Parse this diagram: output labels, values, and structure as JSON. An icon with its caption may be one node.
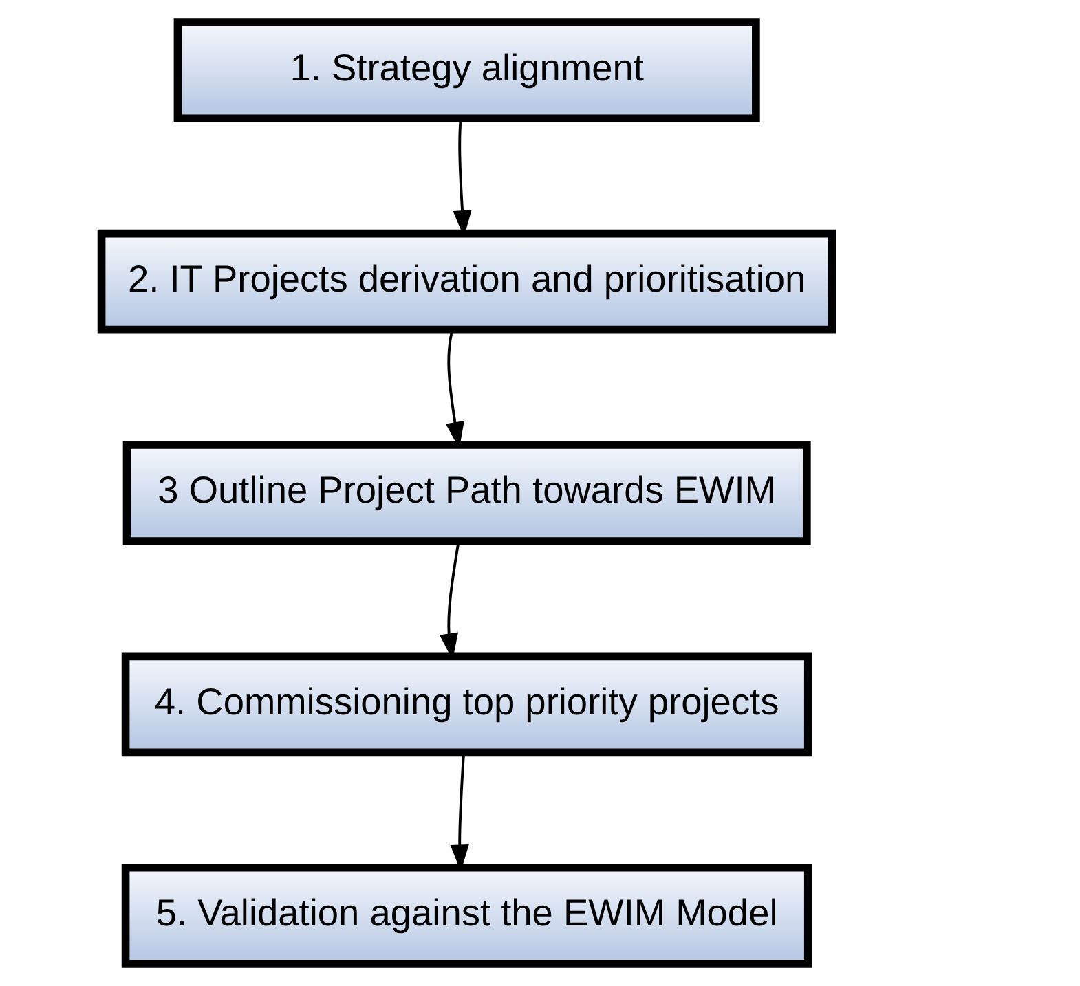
{
  "diagram": {
    "nodes": [
      {
        "text": [
          "1. Strategy alignment"
        ]
      },
      {
        "text": [
          "2. IT Projects derivation and prioritisation"
        ]
      },
      {
        "text": [
          "3 Outline Project Path towards EWIM"
        ]
      },
      {
        "text": [
          "4. Commissioning top priority projects"
        ]
      },
      {
        "text": [
          "5. Validation against the EWIM Model"
        ]
      }
    ],
    "edges": [
      {
        "from": 0,
        "to": 1,
        "arrow": "to"
      },
      {
        "from": 1,
        "to": 2,
        "arrow": "to"
      },
      {
        "from": 2,
        "to": 3,
        "arrow": "to"
      },
      {
        "from": 3,
        "to": 4,
        "arrow": "to"
      }
    ]
  }
}
